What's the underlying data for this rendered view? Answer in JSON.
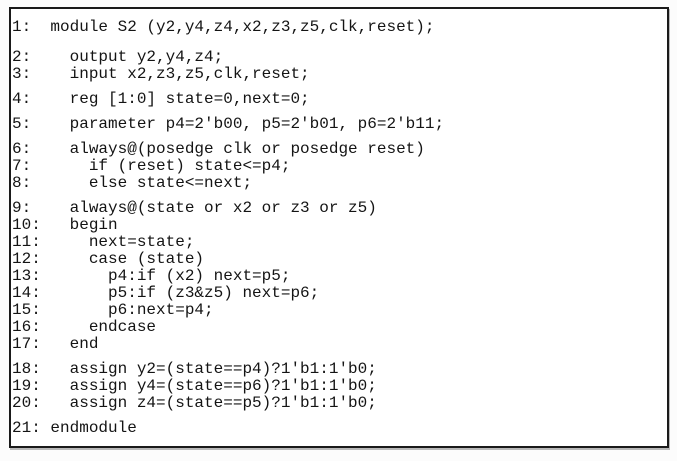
{
  "colors": {
    "page_background": "#fcfcfc",
    "box_background": "#ffffff",
    "border": "#1a1a1a",
    "text": "#141414"
  },
  "listing": {
    "lines": [
      {
        "num": "1:",
        "text": "module S2 (y2,y4,z4,x2,z3,z5,clk,reset);"
      },
      {
        "num": "2:",
        "text": "  output y2,y4,z4;"
      },
      {
        "num": "3:",
        "text": "  input x2,z3,z5,clk,reset;"
      },
      {
        "num": "4:",
        "text": "  reg [1:0] state=0,next=0;"
      },
      {
        "num": "5:",
        "text": "  parameter p4=2'b00, p5=2'b01, p6=2'b11;"
      },
      {
        "num": "6:",
        "text": "  always@(posedge clk or posedge reset)"
      },
      {
        "num": "7:",
        "text": "    if (reset) state<=p4;"
      },
      {
        "num": "8:",
        "text": "    else state<=next;"
      },
      {
        "num": "9:",
        "text": "  always@(state or x2 or z3 or z5)"
      },
      {
        "num": "10:",
        "text": "  begin"
      },
      {
        "num": "11:",
        "text": "    next=state;"
      },
      {
        "num": "12:",
        "text": "    case (state)"
      },
      {
        "num": "13:",
        "text": "      p4:if (x2) next=p5;"
      },
      {
        "num": "14:",
        "text": "      p5:if (z3&z5) next=p6;"
      },
      {
        "num": "15:",
        "text": "      p6:next=p4;"
      },
      {
        "num": "16:",
        "text": "    endcase"
      },
      {
        "num": "17:",
        "text": "  end"
      },
      {
        "num": "18:",
        "text": "  assign y2=(state==p4)?1'b1:1'b0;"
      },
      {
        "num": "19:",
        "text": "  assign y4=(state==p6)?1'b1:1'b0;"
      },
      {
        "num": "20:",
        "text": "  assign z4=(state==p5)?1'b1:1'b0;"
      },
      {
        "num": "21:",
        "text": "endmodule"
      }
    ]
  }
}
